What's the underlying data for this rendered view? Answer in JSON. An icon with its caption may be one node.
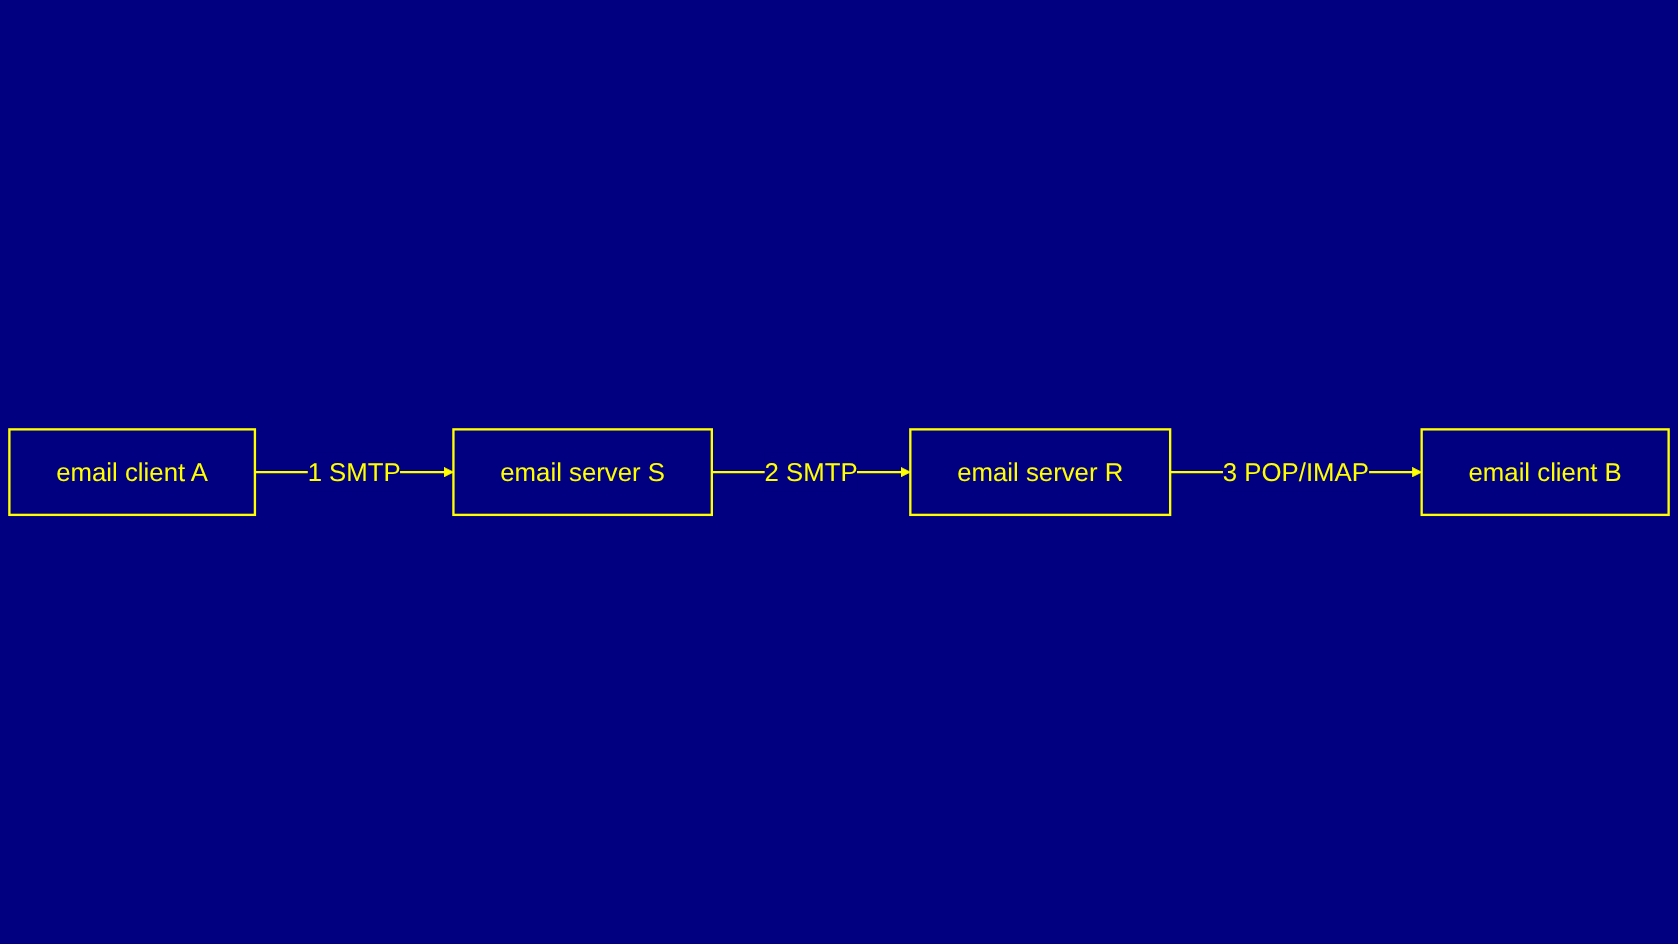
{
  "diagram": {
    "nodes": [
      {
        "text": [
          "email client A"
        ]
      },
      {
        "text": [
          "email server S"
        ]
      },
      {
        "text": [
          "email server R"
        ]
      },
      {
        "text": [
          "email client B"
        ]
      }
    ],
    "edges": [
      {
        "from": 0,
        "to": 1,
        "arrow": "to",
        "label": "1 SMTP"
      },
      {
        "from": 1,
        "to": 2,
        "arrow": "to",
        "label": "2 SMTP"
      },
      {
        "from": 2,
        "to": 3,
        "arrow": "to",
        "label": "3 POP/IMAP"
      }
    ]
  }
}
